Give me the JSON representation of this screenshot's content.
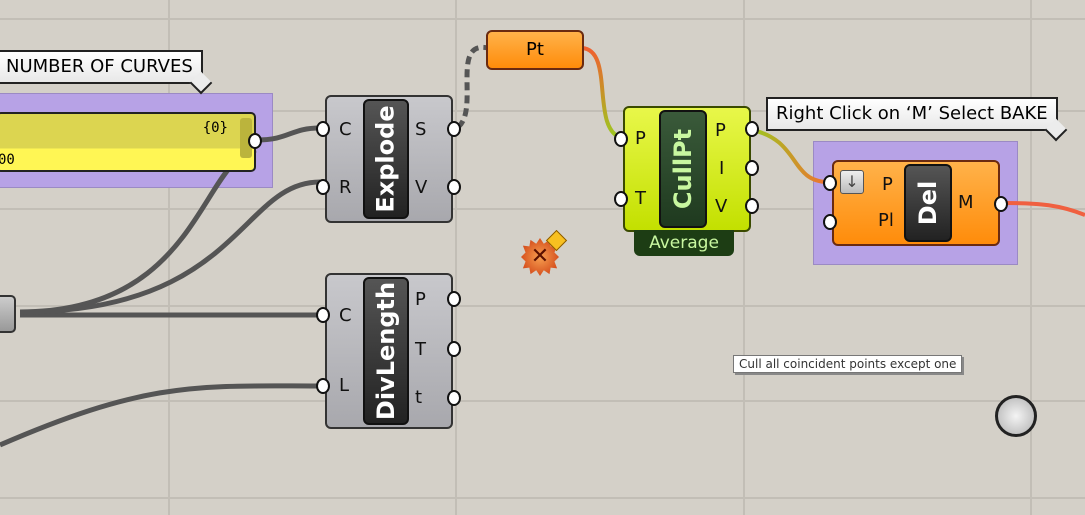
{
  "canvas": {
    "colors": {
      "background": "#d4d0c8",
      "group": "#b7a2e6"
    }
  },
  "groups": {
    "curves_label": "NUMBER OF CURVES",
    "bake_label": "Right Click on ‘M’ Select BAKE"
  },
  "panel": {
    "value": "{0}",
    "partial_value": "00"
  },
  "explode": {
    "name": "Explode",
    "inputs": [
      "C",
      "R"
    ],
    "outputs": [
      "S",
      "V"
    ]
  },
  "divlength": {
    "name": "DivLength",
    "inputs": [
      "C",
      "L"
    ],
    "outputs": [
      "P",
      "T",
      "t"
    ]
  },
  "pt": {
    "name": "Pt"
  },
  "cullpt": {
    "name": "CullPt",
    "inputs": [
      "P",
      "T"
    ],
    "outputs": [
      "P",
      "I",
      "V"
    ],
    "mode": "Average"
  },
  "del": {
    "name": "Del",
    "inputs": [
      "P",
      "Pl"
    ],
    "outputs": [
      "M"
    ]
  },
  "tooltip": "Cull all coincident points except one",
  "icons": [
    "error-burst-icon",
    "warning-icon",
    "flatten-icon",
    "navigation-compass-icon"
  ]
}
